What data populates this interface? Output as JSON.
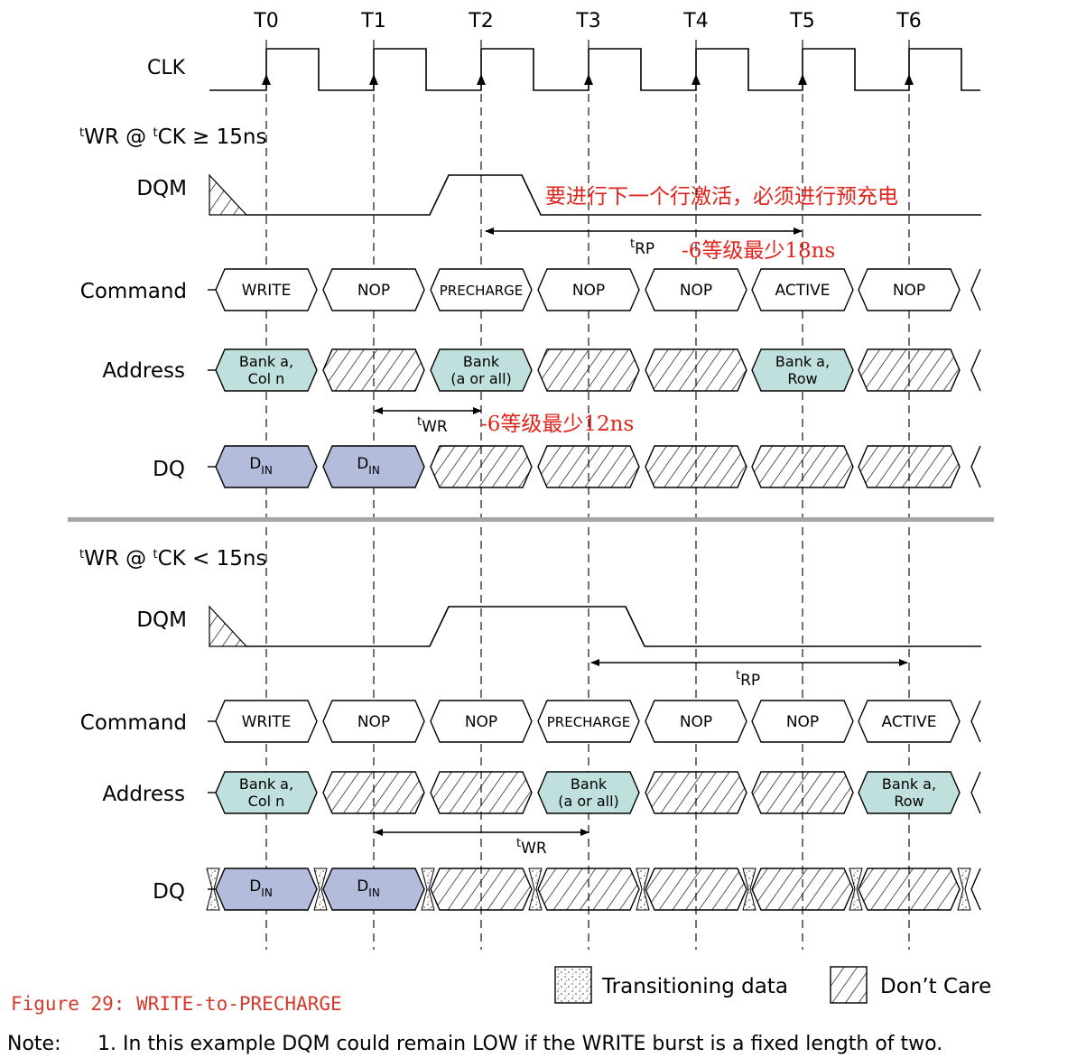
{
  "clock_labels": [
    "T0",
    "T1",
    "T2",
    "T3",
    "T4",
    "T5",
    "T6"
  ],
  "signal_names": {
    "clk": "CLK",
    "dqm": "DQM",
    "command": "Command",
    "address": "Address",
    "dq": "DQ"
  },
  "section_top": {
    "condition": "WR @ CK ≥ 15ns",
    "condition_parts": [
      "t",
      "WR @ ",
      "t",
      "CK ≥ 15ns"
    ],
    "commands": [
      "WRITE",
      "NOP",
      "PRECHARGE",
      "NOP",
      "NOP",
      "ACTIVE",
      "NOP"
    ],
    "address": [
      [
        "Bank a,",
        "Col n"
      ],
      null,
      [
        "Bank",
        "(a or all)"
      ],
      null,
      null,
      [
        "Bank a,",
        "Row"
      ],
      null
    ],
    "dq": [
      "D",
      "D"
    ],
    "dq_sub": "IN",
    "annotation_precharge": "要进行下一个行激活，必须进行预充电",
    "trp_label": {
      "sup": "t",
      "main": "RP"
    },
    "trp_note": "-6等级最少18ns",
    "twr_label": {
      "sup": "t",
      "main": "WR"
    },
    "twr_note": "-6等级最少12ns"
  },
  "section_bottom": {
    "condition_parts": [
      "t",
      "WR @ ",
      "t",
      "CK < 15ns"
    ],
    "commands": [
      "WRITE",
      "NOP",
      "NOP",
      "PRECHARGE",
      "NOP",
      "NOP",
      "ACTIVE"
    ],
    "address": [
      [
        "Bank a,",
        "Col n"
      ],
      null,
      null,
      [
        "Bank",
        "(a or all)"
      ],
      null,
      null,
      [
        "Bank a,",
        "Row"
      ]
    ],
    "dq": [
      "D",
      "D"
    ],
    "dq_sub": "IN",
    "trp_label": {
      "sup": "t",
      "main": "RP"
    },
    "twr_label": {
      "sup": "t",
      "main": "WR"
    }
  },
  "legend": {
    "transitioning": "Transitioning data",
    "dont_care": "Don’t Care"
  },
  "caption": "Figure 29: WRITE-to-PRECHARGE",
  "note": {
    "prefix": "Note:",
    "text": "1.  In this example DQM could remain LOW if the WRITE burst is a fixed length of two."
  },
  "colors": {
    "address_fill": "#bfe0dc",
    "dq_fill": "#b4bcdc",
    "annotation_red": "#e0241b",
    "caption_red": "#d33a2c",
    "divider": "#a6a6a6"
  }
}
